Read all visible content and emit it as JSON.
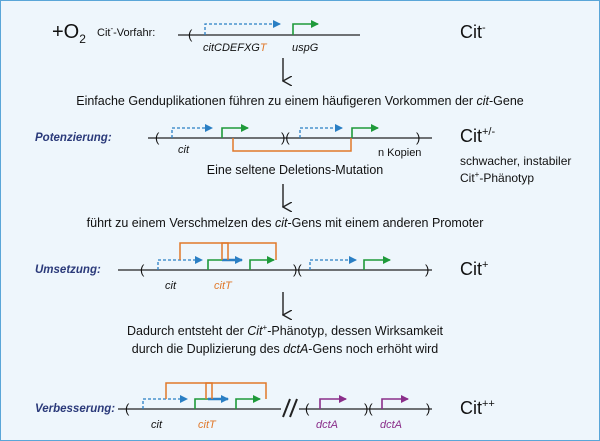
{
  "top": {
    "oxygen_plus": "+O",
    "oxygen_sub": "2",
    "ancestor_prefix": "Cit",
    "ancestor_sup": "-",
    "ancestor_suffix": "-Vorfahr:",
    "gene_cluster": "citCDEFXG",
    "gene_cluster_t": "T",
    "uspg": "uspG",
    "phenotype_main": "Cit",
    "phenotype_sup": "-"
  },
  "step1": {
    "before": "Einfache Genduplikationen führen zu einem häufigeren Vorkommen der ",
    "italic": "cit",
    "after": "-Gene"
  },
  "potentiation": {
    "label": "Potenzierung:",
    "gene": "cit",
    "copies": "n Kopien",
    "phenotype_main": "Cit",
    "phenotype_sup": "+/-",
    "desc_line1": "schwacher, instabiler",
    "desc_line2_main": "Cit",
    "desc_line2_sup": "+",
    "desc_line2_after": "-Phänotyp",
    "deletion": "Eine seltene Deletions-Mutation"
  },
  "step2": {
    "before": "führt zu einem Verschmelzen des ",
    "italic": "cit",
    "after": "-Gens mit einem anderen Promoter"
  },
  "actualization": {
    "label": "Umsetzung:",
    "gene": "cit",
    "citT": "citT",
    "phenotype_main": "Cit",
    "phenotype_sup": "+"
  },
  "step3": {
    "line1_before": "Dadurch entsteht der ",
    "line1_italic": "Cit",
    "line1_sup": "+",
    "line1_after": "-Phänotyp, dessen Wirksamkeit",
    "line2_before": "durch die Duplizierung des ",
    "line2_italic": "dctA",
    "line2_after": "-Gens noch erhöht wird"
  },
  "refinement": {
    "label": "Verbesserung:",
    "gene": "cit",
    "citT": "citT",
    "dctA_1": "dctA",
    "dctA_2": "dctA",
    "phenotype_main": "Cit",
    "phenotype_sup": "++"
  },
  "colors": {
    "blue": "#2a7fc4",
    "green": "#1e9a3a",
    "orange": "#e0782a",
    "purple": "#8a2e8a",
    "stage_label": "#2b3a7a"
  }
}
